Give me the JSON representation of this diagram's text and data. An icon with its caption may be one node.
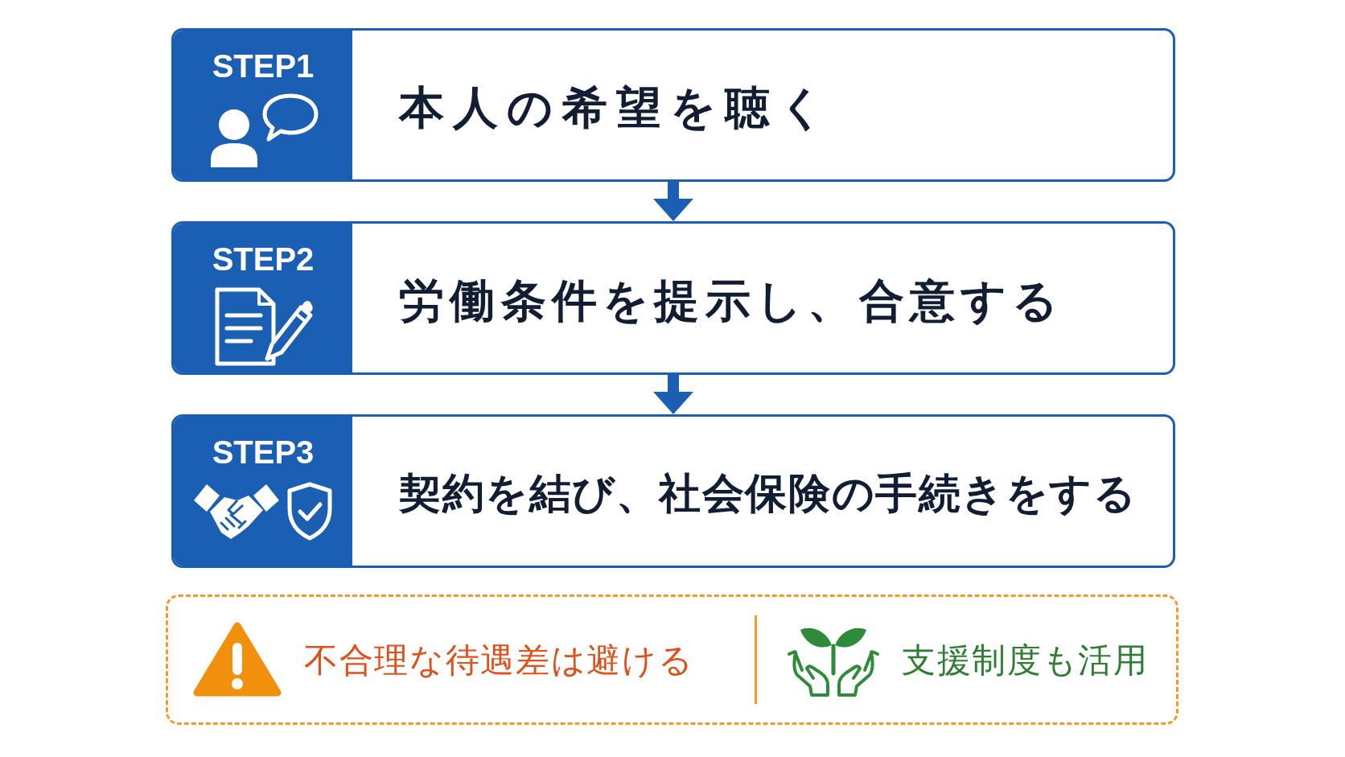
{
  "diagram": {
    "nodes": [
      {
        "text": [
          "STEP1",
          "本人の希望を聴く"
        ]
      },
      {
        "text": [
          "STEP2",
          "労働条件を提示し、合意する"
        ]
      },
      {
        "text": [
          "STEP3",
          "契約を結び、社会保険の手続きをする"
        ]
      },
      {
        "text": [
          "不合理な待遇差は避ける",
          "支援制度も活用"
        ]
      }
    ],
    "edges": [
      {
        "from": 0,
        "to": 1,
        "arrow": "to"
      },
      {
        "from": 1,
        "to": 2,
        "arrow": "to"
      }
    ]
  }
}
